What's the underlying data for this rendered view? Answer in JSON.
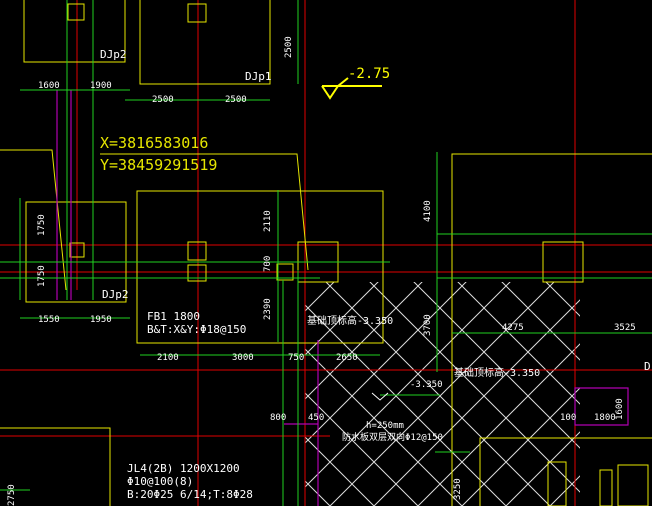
{
  "colors": {
    "background": "#000000",
    "outline": "#e6e600",
    "axis": "#e00000",
    "dimension": "#20d020",
    "beam": "#b000b0",
    "hatch": "#ffffff",
    "label": "#ffffff",
    "elevation_symbol": "#ffff00"
  },
  "coordinates": {
    "x_label": "X=3816583016",
    "y_label": "Y=38459291519"
  },
  "elevation_symbol": {
    "value": "-2.75"
  },
  "labels": {
    "djp2_top": "DJp2",
    "djp1": "DJp1",
    "djp2_left": "DJp2",
    "d_right": "D",
    "fb1": "FB1 1800",
    "fb1_reinf": "B&T:X&Y:Φ18@150",
    "jl4": "JL4(2B) 1200X1200",
    "jl4_stirrup": "Φ10@100(8)",
    "jl4_bars": "B:20Φ25 6/14;T:8Φ28",
    "base_top_1": "基础顶标高-3.350",
    "base_top_2": "基础顶标高-3.350",
    "elev_small": "-3.350",
    "slab_thickness": "h=250mm",
    "slab_reinf": "防水板双层双向Φ12@150"
  },
  "dimensions": {
    "d1600": "1600",
    "d1900": "1900",
    "d2500a": "2500",
    "d2500b": "2500",
    "d2500v": "2500",
    "d1750a": "1750",
    "d1750b": "1750",
    "d1550": "1550",
    "d1950": "1950",
    "d2110": "2110",
    "d700": "700",
    "d2390": "2390",
    "d2100": "2100",
    "d3000": "3000",
    "d750": "750",
    "d2650": "2650",
    "d4100": "4100",
    "d3700": "3700",
    "d4275": "4275",
    "d3525": "3525",
    "d800": "800",
    "d450": "450",
    "d100": "100",
    "d1800": "1800",
    "d1600b": "1600",
    "d2750": "2750",
    "d3250": "3250"
  }
}
